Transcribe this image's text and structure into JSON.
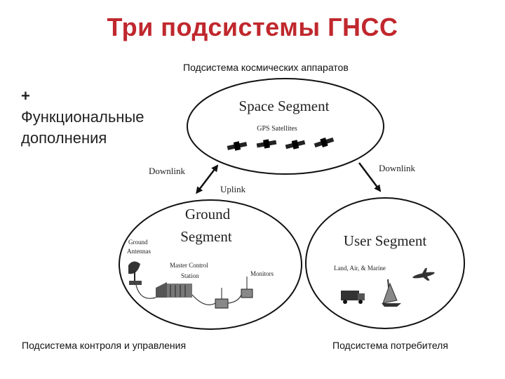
{
  "title": "Три подсистемы ГНСС",
  "captions": {
    "space": "Подсистема космических аппаратов",
    "ground": "Подсистема контроля и управления",
    "user": "Подсистема потребителя"
  },
  "side_note": {
    "plus": "+",
    "line1": "Функциональные",
    "line2": "дополнения"
  },
  "diagram": {
    "space_segment": {
      "title": "Space Segment",
      "sub": "GPS Satellites"
    },
    "ground_segment": {
      "title_line1": "Ground",
      "title_line2": "Segment",
      "antennas_line1": "Ground",
      "antennas_line2": "Antennas",
      "mcs_line1": "Master Control",
      "mcs_line2": "Station",
      "monitors": "Monitors"
    },
    "user_segment": {
      "title": "User Segment",
      "sub": "Land, Air, & Marine"
    },
    "links": {
      "downlink_left": "Downlink",
      "uplink": "Uplink",
      "downlink_right": "Downlink"
    }
  }
}
